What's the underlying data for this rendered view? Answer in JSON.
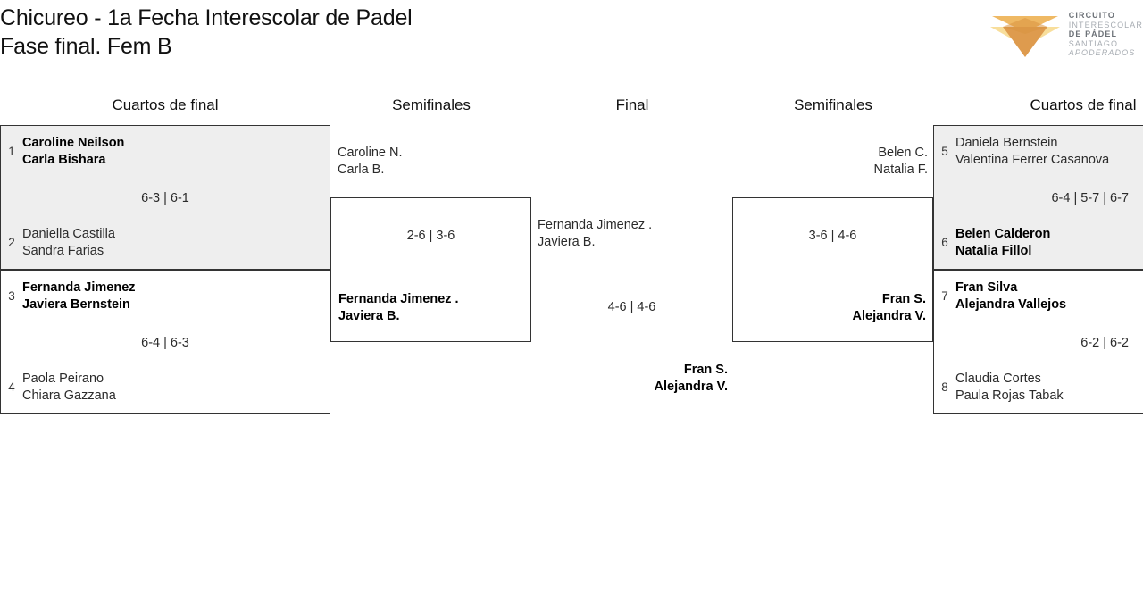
{
  "header": {
    "title_line1": "Chicureo - 1a Fecha Interescolar de Padel",
    "title_line2": "Fase final. Fem B"
  },
  "logo": {
    "line1": "CIRCUITO",
    "line2": "INTERESCOLAR",
    "line3": "DE PÁDEL",
    "line4": "SANTIAGO",
    "line5": "APODERADOS",
    "mark_colors": {
      "pale": "#F8DE9B",
      "mid": "#EFB964",
      "dark": "#DE9B4E"
    }
  },
  "rounds": {
    "qf_left": "Cuartos de final",
    "sf_left": "Semifinales",
    "final": "Final",
    "sf_right": "Semifinales",
    "qf_right": "Cuartos de final"
  },
  "colors": {
    "shaded_box": "#eeeeee",
    "border": "#333333",
    "text": "#1a1a1a"
  },
  "matches": {
    "qf1": {
      "top": {
        "seed": "1",
        "p1": "Caroline Neilson",
        "p2": "Carla Bishara",
        "winner": true
      },
      "bottom": {
        "seed": "2",
        "p1": "Daniella Castilla",
        "p2": "Sandra Farias",
        "winner": false
      },
      "score": "6-3 | 6-1"
    },
    "qf2": {
      "top": {
        "seed": "3",
        "p1": "Fernanda Jimenez",
        "p2": "Javiera Bernstein",
        "winner": true
      },
      "bottom": {
        "seed": "4",
        "p1": "Paola Peirano",
        "p2": "Chiara Gazzana",
        "winner": false
      },
      "score": "6-4 | 6-3"
    },
    "qf3": {
      "top": {
        "seed": "5",
        "p1": "Daniela Bernstein",
        "p2": "Valentina Ferrer Casanova",
        "winner": false
      },
      "bottom": {
        "seed": "6",
        "p1": "Belen Calderon",
        "p2": "Natalia Fillol",
        "winner": true
      },
      "score": "6-4 | 5-7 | 6-7"
    },
    "qf4": {
      "top": {
        "seed": "7",
        "p1": "Fran Silva",
        "p2": "Alejandra Vallejos",
        "winner": true
      },
      "bottom": {
        "seed": "8",
        "p1": "Claudia Cortes",
        "p2": "Paula Rojas Tabak",
        "winner": false
      },
      "score": "6-2 | 6-2"
    },
    "sf_left": {
      "top": {
        "p1": "Caroline N.",
        "p2": "Carla B.",
        "winner": false
      },
      "bottom": {
        "p1": "Fernanda Jimenez .",
        "p2": "Javiera B.",
        "winner": true
      },
      "score": "2-6 | 3-6"
    },
    "sf_right": {
      "top": {
        "p1": "Belen C.",
        "p2": "Natalia F.",
        "winner": false
      },
      "bottom": {
        "p1": "Fran S.",
        "p2": "Alejandra V.",
        "winner": true
      },
      "score": "3-6 | 4-6"
    },
    "final": {
      "top": {
        "p1": "Fernanda Jimenez .",
        "p2": "Javiera B.",
        "winner": false
      },
      "bottom": {
        "p1": "Fran S.",
        "p2": "Alejandra V.",
        "winner": true
      },
      "score": "4-6 | 4-6"
    }
  }
}
